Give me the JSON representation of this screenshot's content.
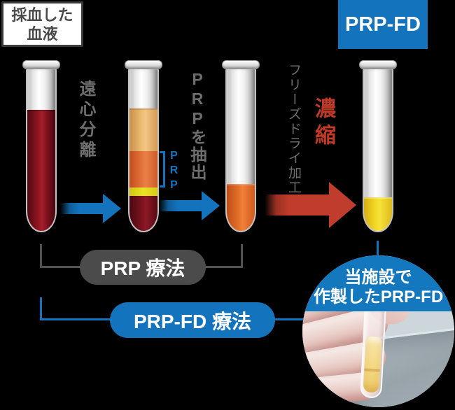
{
  "header": {
    "blood_label": {
      "line1": "採血した",
      "line2": "血液"
    },
    "prpfd_label": "PRP-FD"
  },
  "process": {
    "step1_label": "遠心分離",
    "step2_label": "PRPを抽出",
    "step3_label": "フリーズドライ加工",
    "step3_emphasis": "濃縮",
    "prp_bracket_label": "PRP"
  },
  "therapies": {
    "prp": "PRP 療法",
    "prpfd": "PRP-FD 療法"
  },
  "photo": {
    "caption_line1": "当施設で",
    "caption_line2": "作製したPRP-FD"
  },
  "tubes": [
    {
      "name": "collected-blood-tube",
      "layers": [
        "whole-blood"
      ]
    },
    {
      "name": "centrifuged-tube",
      "layers": [
        "plasma",
        "prp",
        "buffy-coat",
        "red-cells"
      ]
    },
    {
      "name": "extracted-prp-tube",
      "layers": [
        "prp"
      ]
    },
    {
      "name": "prpfd-tube",
      "layers": [
        "freeze-dried-powder"
      ]
    }
  ],
  "colors": {
    "background": "#000000",
    "accent_blue": "#1374bd",
    "accent_red": "#c03c2c",
    "emphasis_text_red": "#c23a26",
    "gray_pill": "#4b4b4b",
    "label_gray": "#6e6e6e",
    "blood_dark_red": "#8e1520",
    "plasma_orange": "#eebd76",
    "prp_orange": "#e4743c",
    "buffy_coat_yellow": "#ece427",
    "extracted_orange": "#e4702b",
    "freeze_dried_yellow": "#f2d826"
  }
}
